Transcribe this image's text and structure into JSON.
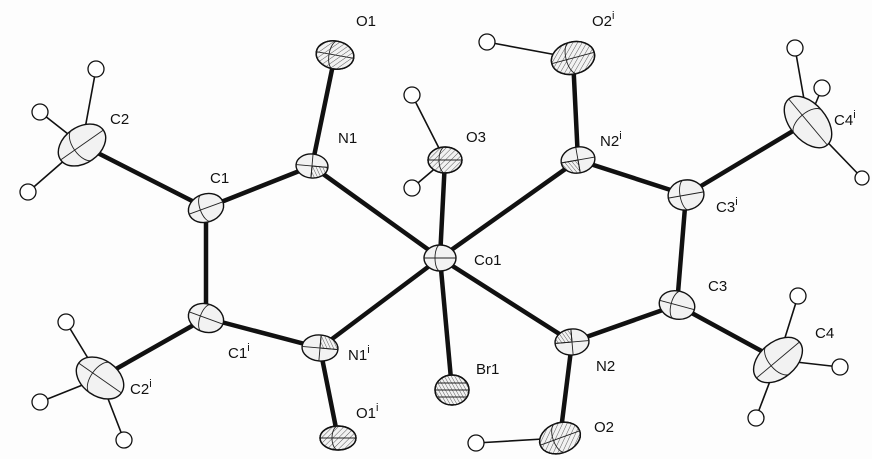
{
  "labels": {
    "O1": {
      "base": "O1",
      "sup": ""
    },
    "O2i": {
      "base": "O2",
      "sup": "i"
    },
    "C2": {
      "base": "C2",
      "sup": ""
    },
    "N1": {
      "base": "N1",
      "sup": ""
    },
    "O3": {
      "base": "O3",
      "sup": ""
    },
    "N2i": {
      "base": "N2",
      "sup": "i"
    },
    "C4i": {
      "base": "C4",
      "sup": "i"
    },
    "C1": {
      "base": "C1",
      "sup": ""
    },
    "C3i": {
      "base": "C3",
      "sup": "i"
    },
    "Co1": {
      "base": "Co1",
      "sup": ""
    },
    "C3": {
      "base": "C3",
      "sup": ""
    },
    "C4": {
      "base": "C4",
      "sup": ""
    },
    "C1i": {
      "base": "C1",
      "sup": "i"
    },
    "N1i": {
      "base": "N1",
      "sup": "i"
    },
    "Br1": {
      "base": "Br1",
      "sup": ""
    },
    "N2": {
      "base": "N2",
      "sup": ""
    },
    "C2i": {
      "base": "C2",
      "sup": "i"
    },
    "O1i": {
      "base": "O1",
      "sup": "i"
    },
    "O2": {
      "base": "O2",
      "sup": ""
    }
  }
}
